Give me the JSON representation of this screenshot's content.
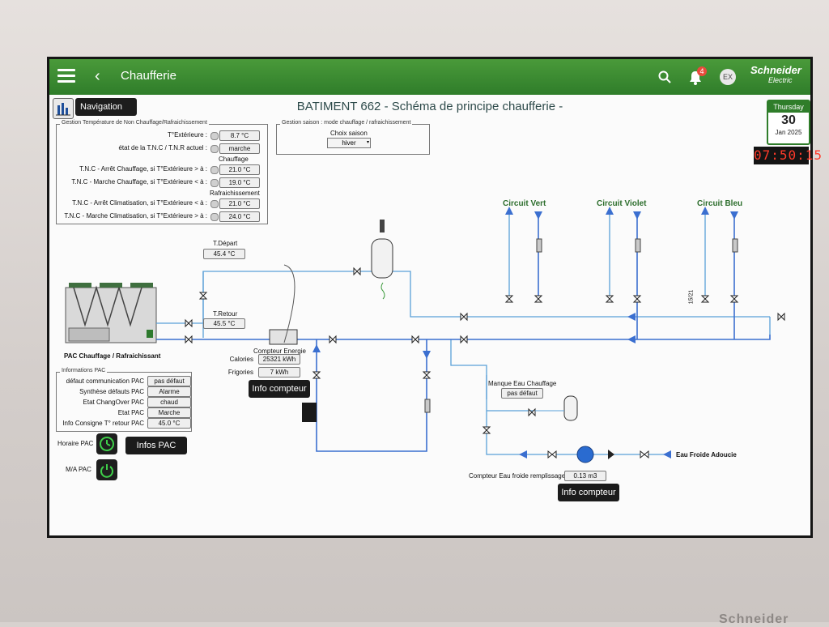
{
  "app": {
    "title": "Chaufferie",
    "notification_count": "4",
    "user_initials": "EX",
    "brand_line1": "Schneider",
    "brand_line2": "Electric",
    "accent_color": "#2f7d2a"
  },
  "navigation": {
    "button_label": "Navigation"
  },
  "page": {
    "title": "BATIMENT 662 - Schéma de principe chaufferie -"
  },
  "date": {
    "weekday": "Thursday",
    "day": "30",
    "month_year": "Jan 2025"
  },
  "clock": {
    "time": "07:50:15"
  },
  "gestion_temp": {
    "legend": "Gestion Température de Non Chauffage/Rafraichissement",
    "t_ext_label": "T°Extérieure :",
    "t_ext_value": "8.7 °C",
    "etat_label": "état de la T.N.C / T.N.R actuel :",
    "etat_value": "marche",
    "chauffage_heading": "Chauffage",
    "arret_chauffage_label": "T.N.C - Arrêt Chauffage, si T°Extérieure > à :",
    "arret_chauffage_value": "21.0 °C",
    "marche_chauffage_label": "T.N.C - Marche Chauffage, si T°Extérieure < à :",
    "marche_chauffage_value": "19.0 °C",
    "rafraich_heading": "Rafraichissement",
    "arret_clim_label": "T.N.C - Arrêt Climatisation, si T°Extérieure < à :",
    "arret_clim_value": "21.0 °C",
    "marche_clim_label": "T.N.C - Marche Climatisation, si T°Extérieure > à :",
    "marche_clim_value": "24.0 °C"
  },
  "gestion_saison": {
    "legend": "Gestion saison : mode chauffage / rafraichissement",
    "choix_label": "Choix saison",
    "choix_value": "hiver"
  },
  "pac": {
    "label": "PAC Chauffage / Rafraichissant",
    "t_depart_label": "T.Départ",
    "t_depart_value": "45.4 °C",
    "t_retour_label": "T.Retour",
    "t_retour_value": "45.5 °C"
  },
  "compteur_energie": {
    "label": "Compteur Energie",
    "calories_label": "Calories",
    "calories_value": "25321 kWh",
    "frigories_label": "Frigories",
    "frigories_value": "7 kWh",
    "button": "Info compteur"
  },
  "informations_pac": {
    "legend": "Informations PAC",
    "rows": [
      {
        "label": "défaut communication PAC",
        "value": "pas défaut"
      },
      {
        "label": "Synthèse défauts PAC",
        "value": "Alarme"
      },
      {
        "label": "Etat ChangOver PAC",
        "value": "chaud"
      },
      {
        "label": "Etat PAC",
        "value": "Marche"
      },
      {
        "label": "Info Consigne T° retour PAC",
        "value": "45.0 °C"
      }
    ],
    "horaire_label": "Horaire PAC",
    "ma_label": "M/A PAC",
    "infos_button": "Infos PAC"
  },
  "circuits": {
    "vert": "Circuit Vert",
    "violet": "Circuit Violet",
    "bleu": "Circuit Bleu",
    "tag": "15/21"
  },
  "eau": {
    "manque_label": "Manque Eau Chauffage",
    "manque_value": "pas défaut",
    "froide_label": "Eau Froide Adoucie",
    "compteur_label": "Compteur Eau froide remplissage",
    "compteur_value": "0.13 m3",
    "button": "Info compteur"
  }
}
